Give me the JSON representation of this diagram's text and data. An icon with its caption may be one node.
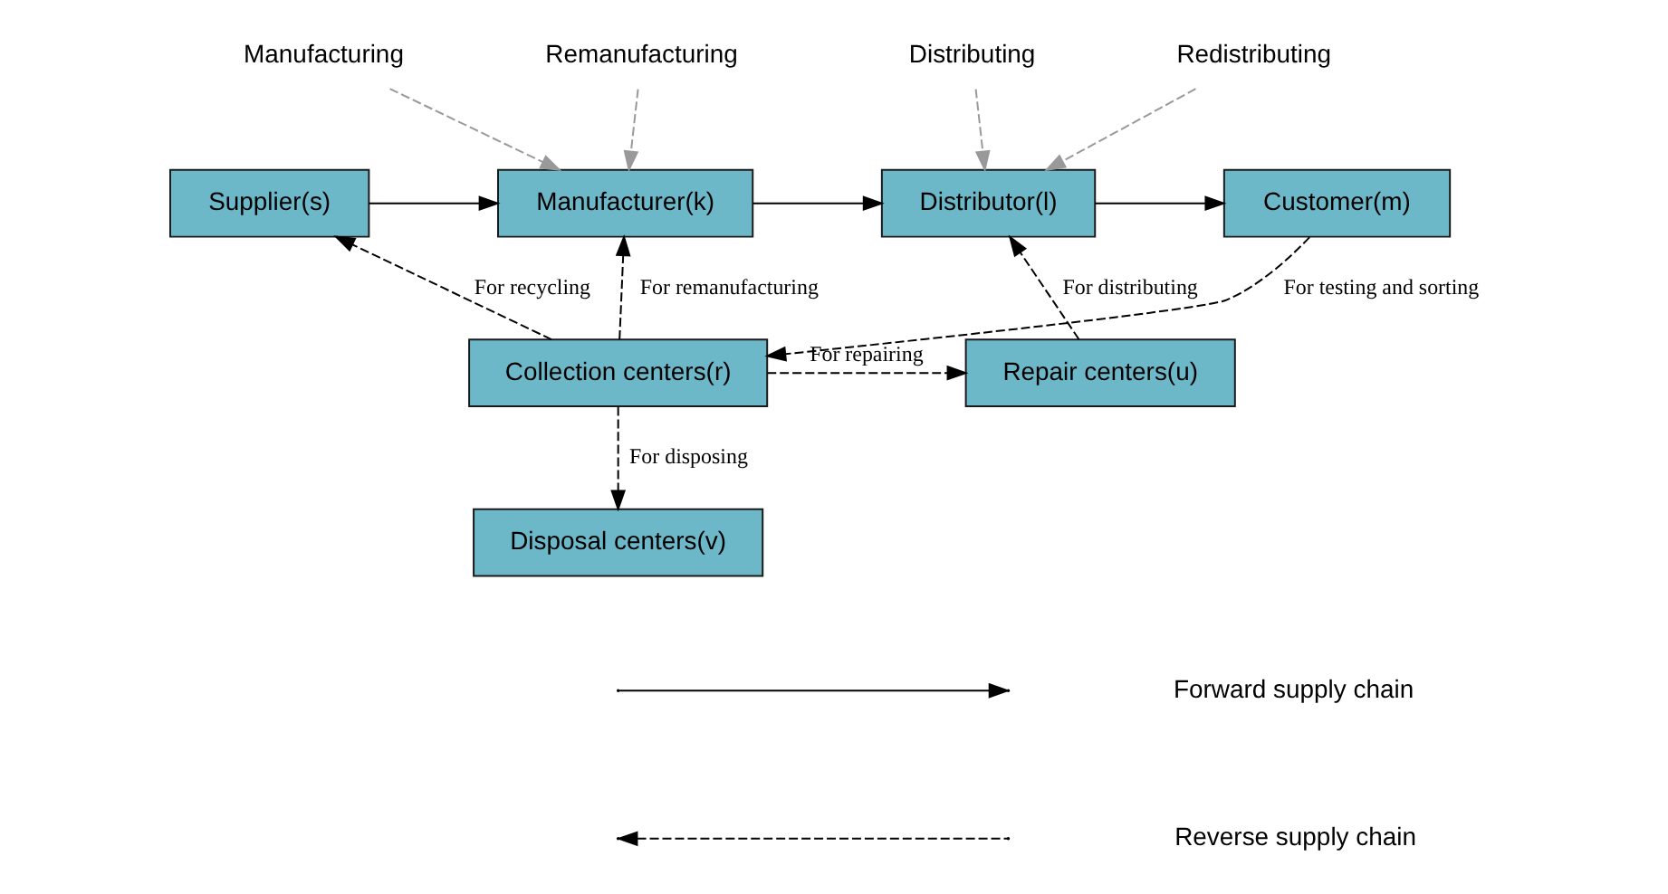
{
  "diagram": {
    "nodes": [
      {
        "text": [
          "Supplier(s)"
        ]
      },
      {
        "text": [
          "Manufacturer(k)"
        ]
      },
      {
        "text": [
          "Distributor(l)"
        ]
      },
      {
        "text": [
          "Customer(m)"
        ]
      },
      {
        "text": [
          "Repair centers(u)"
        ]
      },
      {
        "text": [
          "Collection centers(r)"
        ]
      },
      {
        "text": [
          "Disposal centers(v)"
        ]
      },
      {
        "text": [
          "Manufacturing"
        ]
      },
      {
        "text": [
          "Remanufacturing"
        ]
      },
      {
        "text": [
          "Distributing"
        ]
      },
      {
        "text": [
          "Redistributing"
        ]
      }
    ],
    "edges": [
      {
        "from": 0,
        "to": 1,
        "arrow": "to"
      },
      {
        "from": 1,
        "to": 2,
        "arrow": "to"
      },
      {
        "from": 2,
        "to": 3,
        "arrow": "to"
      },
      {
        "from": 3,
        "to": 5,
        "arrow": "to",
        "style": "dashed",
        "label": "For testing and sorting"
      },
      {
        "from": 5,
        "to": 4,
        "arrow": "to",
        "style": "dashed",
        "label": "For repairing"
      },
      {
        "from": 4,
        "to": 2,
        "arrow": "to",
        "style": "dashed",
        "label": "For distributing"
      },
      {
        "from": 5,
        "to": 1,
        "arrow": "to",
        "style": "dashed",
        "label": "For remanufacturing"
      },
      {
        "from": 5,
        "to": 0,
        "arrow": "to",
        "style": "dashed",
        "label": "For recycling"
      },
      {
        "from": 5,
        "to": 6,
        "arrow": "to",
        "style": "dashed",
        "label": "For disposing"
      },
      {
        "from": 7,
        "to": 1,
        "arrow": "to",
        "style": "dashed",
        "color": "#999999"
      },
      {
        "from": 8,
        "to": 1,
        "arrow": "to",
        "style": "dashed",
        "color": "#999999"
      },
      {
        "from": 9,
        "to": 2,
        "arrow": "to",
        "style": "dashed",
        "color": "#999999"
      },
      {
        "from": 10,
        "to": 2,
        "arrow": "to",
        "style": "dashed",
        "color": "#999999"
      }
    ],
    "legend": [
      {
        "text": "Forward supply chain"
      },
      {
        "text": "Reverse supply chain"
      }
    ]
  }
}
